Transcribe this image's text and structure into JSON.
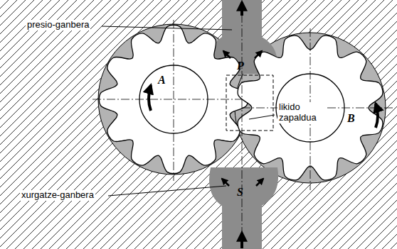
{
  "diagram": {
    "labels": [
      "presio-ganbera",
      "likido zapaldua",
      "xurgatze-ganbera",
      "A",
      "B",
      "P",
      "S"
    ]
  }
}
